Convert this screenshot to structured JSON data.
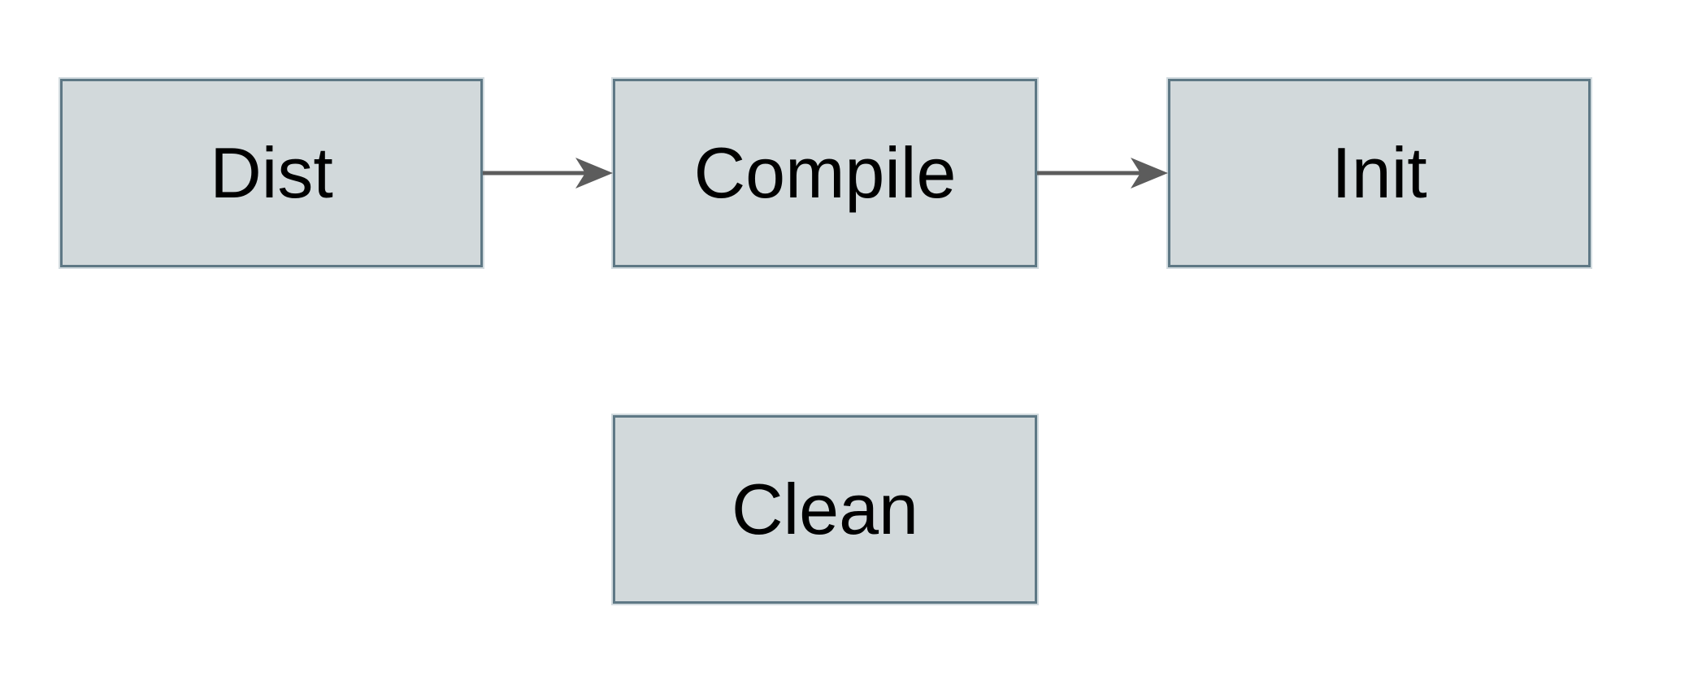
{
  "diagram": {
    "type": "flowchart",
    "nodes": [
      {
        "id": "dist",
        "label": "Dist"
      },
      {
        "id": "compile",
        "label": "Compile"
      },
      {
        "id": "init",
        "label": "Init"
      },
      {
        "id": "clean",
        "label": "Clean"
      }
    ],
    "edges": [
      {
        "from": "Dist",
        "to": "Compile",
        "style": "solid-arrow",
        "direction": "right"
      },
      {
        "from": "Compile",
        "to": "Init",
        "style": "solid-arrow",
        "direction": "right"
      }
    ],
    "colors": {
      "node_fill": "#d2d9db",
      "node_border": "#5e7885",
      "arrow": "#5c5c5c",
      "label_text": "#000000",
      "background": "#ffffff"
    }
  }
}
